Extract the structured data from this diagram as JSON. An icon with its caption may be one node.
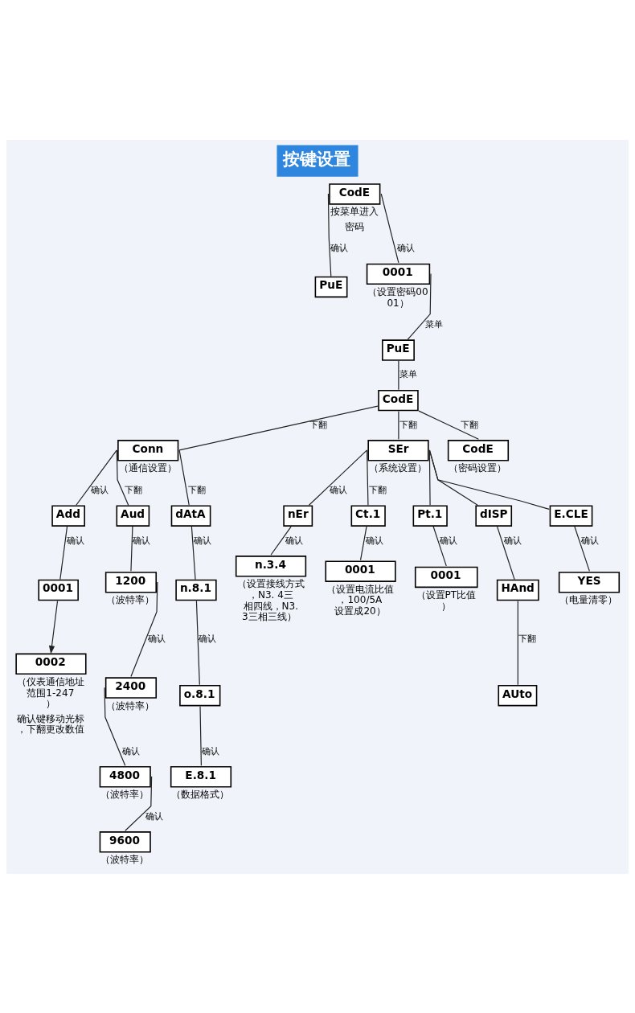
{
  "diagram": {
    "title": "按键设置",
    "nodes": [
      {
        "text": [
          "CodE"
        ],
        "beside": [
          "按菜单进入",
          "密码"
        ]
      },
      {
        "text": [
          "PuE"
        ]
      },
      {
        "text": [
          "0001"
        ],
        "beside": [
          "（设置密码0001）"
        ]
      },
      {
        "text": [
          "PuE"
        ]
      },
      {
        "text": [
          "CodE"
        ]
      },
      {
        "text": [
          "Conn"
        ],
        "beside": [
          "（通信设置）"
        ]
      },
      {
        "text": [
          "SEr"
        ],
        "beside": [
          "（系统设置）"
        ]
      },
      {
        "text": [
          "CodE"
        ],
        "beside": [
          "（密码设置）"
        ]
      },
      {
        "text": [
          "Add"
        ]
      },
      {
        "text": [
          "0001"
        ]
      },
      {
        "text": [
          "0002"
        ],
        "beside": [
          "（仪表通信地址范围1-247）",
          "确认键移动光标，下翻更改数值"
        ]
      },
      {
        "text": [
          "Aud"
        ]
      },
      {
        "text": [
          "1200"
        ],
        "beside": [
          "（波特率）"
        ]
      },
      {
        "text": [
          "2400"
        ],
        "beside": [
          "（波特率）"
        ]
      },
      {
        "text": [
          "4800"
        ],
        "beside": [
          "（波特率）"
        ]
      },
      {
        "text": [
          "9600"
        ],
        "beside": [
          "（波特率）"
        ]
      },
      {
        "text": [
          "dAtA"
        ]
      },
      {
        "text": [
          "n.8.1"
        ]
      },
      {
        "text": [
          "o.8.1"
        ]
      },
      {
        "text": [
          "E.8.1"
        ],
        "beside": [
          "（数据格式）"
        ]
      },
      {
        "text": [
          "nEr"
        ]
      },
      {
        "text": [
          "n.3.4"
        ],
        "beside": [
          "（设置接线方式，N3. 4三相四线，N3. 3三相三线）"
        ]
      },
      {
        "text": [
          "Ct.1"
        ]
      },
      {
        "text": [
          "0001"
        ],
        "beside": [
          "（设置电流比值，100/5A设置成20）"
        ]
      },
      {
        "text": [
          "Pt.1"
        ]
      },
      {
        "text": [
          "0001"
        ],
        "beside": [
          "（设置PT比值）"
        ]
      },
      {
        "text": [
          "dISP"
        ]
      },
      {
        "text": [
          "HAnd"
        ]
      },
      {
        "text": [
          "AUto"
        ]
      },
      {
        "text": [
          "E.CLE"
        ]
      },
      {
        "text": [
          "YES"
        ],
        "beside": [
          "（电量清零）"
        ]
      }
    ],
    "edges": [
      {
        "from": 0,
        "to": 1,
        "arrow": "none",
        "label": "确认"
      },
      {
        "from": 0,
        "to": 2,
        "arrow": "none",
        "label": "确认"
      },
      {
        "from": 2,
        "to": 3,
        "arrow": "none",
        "label": "菜单"
      },
      {
        "from": 3,
        "to": 4,
        "arrow": "none",
        "label": "菜单"
      },
      {
        "from": 4,
        "to": 5,
        "arrow": "none",
        "label": "下翻"
      },
      {
        "from": 4,
        "to": 6,
        "arrow": "none",
        "label": "下翻"
      },
      {
        "from": 4,
        "to": 7,
        "arrow": "none",
        "label": "下翻"
      },
      {
        "from": 5,
        "to": 8,
        "arrow": "none",
        "label": "确认"
      },
      {
        "from": 5,
        "to": 11,
        "arrow": "none",
        "label": "下翻"
      },
      {
        "from": 5,
        "to": 16,
        "arrow": "none",
        "label": "下翻"
      },
      {
        "from": 6,
        "to": 20,
        "arrow": "none",
        "label": "确认"
      },
      {
        "from": 6,
        "to": 22,
        "arrow": "none",
        "label": "下翻"
      },
      {
        "from": 6,
        "to": 24,
        "arrow": "none"
      },
      {
        "from": 6,
        "to": 26,
        "arrow": "none"
      },
      {
        "from": 6,
        "to": 29,
        "arrow": "none"
      },
      {
        "from": 8,
        "to": 9,
        "arrow": "none",
        "label": "确认"
      },
      {
        "from": 9,
        "to": 10,
        "arrow": "to"
      },
      {
        "from": 11,
        "to": 12,
        "arrow": "none",
        "label": "确认"
      },
      {
        "from": 12,
        "to": 13,
        "arrow": "none",
        "label": "确认"
      },
      {
        "from": 13,
        "to": 14,
        "arrow": "none",
        "label": "确认"
      },
      {
        "from": 14,
        "to": 15,
        "arrow": "none",
        "label": "确认"
      },
      {
        "from": 16,
        "to": 17,
        "arrow": "none",
        "label": "确认"
      },
      {
        "from": 17,
        "to": 18,
        "arrow": "none",
        "label": "确认"
      },
      {
        "from": 18,
        "to": 19,
        "arrow": "none",
        "label": "确认"
      },
      {
        "from": 20,
        "to": 21,
        "arrow": "none",
        "label": "确认"
      },
      {
        "from": 22,
        "to": 23,
        "arrow": "none",
        "label": "确认"
      },
      {
        "from": 24,
        "to": 25,
        "arrow": "none",
        "label": "确认"
      },
      {
        "from": 26,
        "to": 27,
        "arrow": "none",
        "label": "确认"
      },
      {
        "from": 27,
        "to": 28,
        "arrow": "none",
        "label": "下翻"
      },
      {
        "from": 29,
        "to": 30,
        "arrow": "none",
        "label": "确认"
      }
    ]
  }
}
